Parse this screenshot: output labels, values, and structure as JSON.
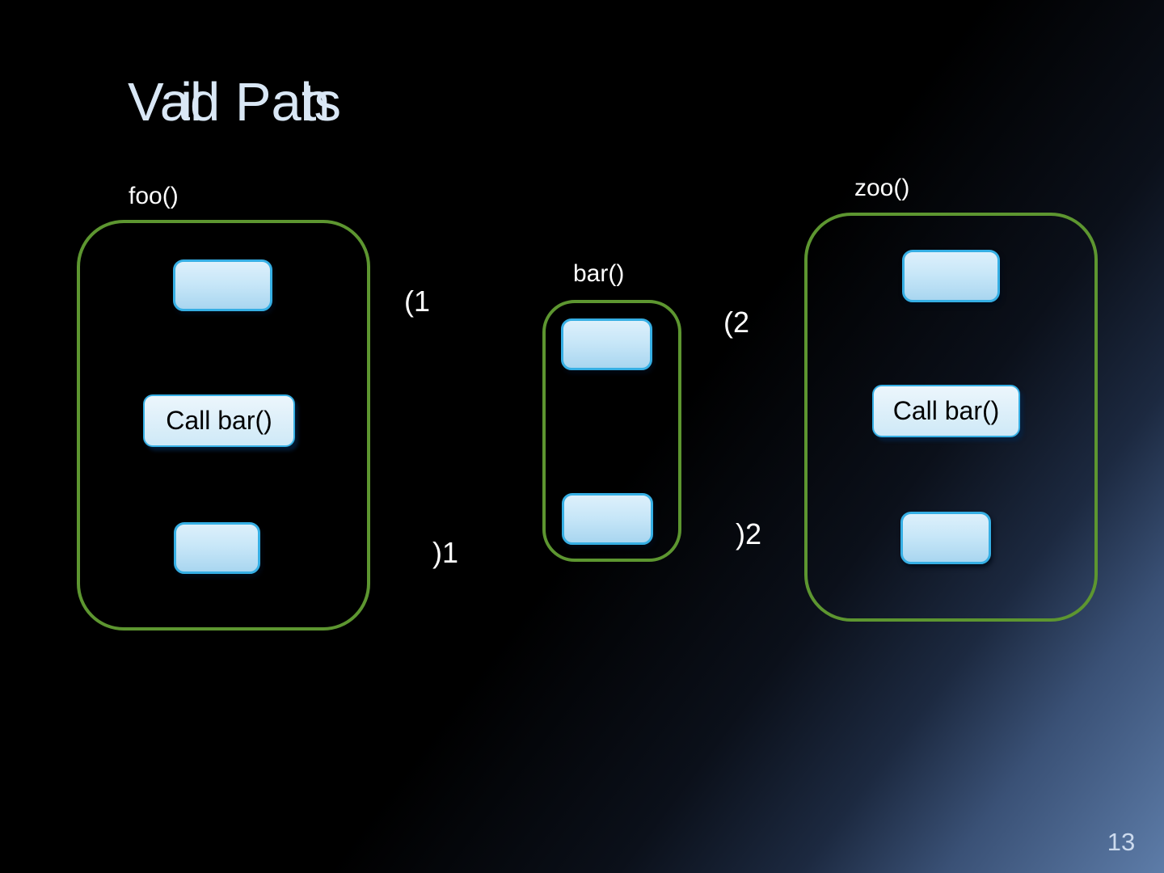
{
  "slide": {
    "title": "Valid Paths",
    "title_parts": [
      "Va",
      "li",
      "d Pa",
      "th",
      "s"
    ],
    "page_number": "13"
  },
  "colors": {
    "background_corner_blue": "#5d7ca8",
    "title_text": "#d9e7f5",
    "frame_border_green": "#5d9630",
    "node_border_cyan": "#36afe4",
    "node_fill_light_blue": "#c8e7f8",
    "call_box_fill": "#dcEEf9",
    "call_box_text": "#000000",
    "label_text": "#ffffff"
  },
  "diagram": {
    "functions": [
      {
        "name": "foo()",
        "call_label": "Call bar()"
      },
      {
        "name": "bar()"
      },
      {
        "name": "zoo()",
        "call_label": "Call bar()"
      }
    ],
    "annotations": [
      {
        "label": "(1"
      },
      {
        "label": ")1"
      },
      {
        "label": "(2"
      },
      {
        "label": ")2"
      }
    ]
  }
}
